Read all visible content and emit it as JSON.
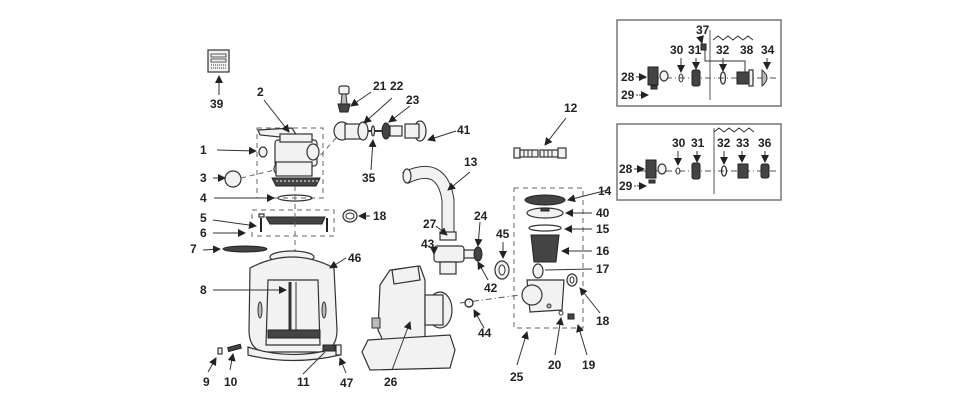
{
  "diagram": {
    "title": "Sand filter pump exploded parts diagram",
    "labels": {
      "p1": "1",
      "p2": "2",
      "p3": "3",
      "p4": "4",
      "p5": "5",
      "p6": "6",
      "p7": "7",
      "p8": "8",
      "p9": "9",
      "p10": "10",
      "p11": "11",
      "p12": "12",
      "p13": "13",
      "p14": "14",
      "p15": "15",
      "p16": "16",
      "p17": "17",
      "p18a": "18",
      "p18b": "18",
      "p19": "19",
      "p20": "20",
      "p21": "21",
      "p22": "22",
      "p23": "23",
      "p24": "24",
      "p25": "25",
      "p26": "26",
      "p27": "27",
      "p35": "35",
      "p39": "39",
      "p40": "40",
      "p41": "41",
      "p42": "42",
      "p43": "43",
      "p44": "44",
      "p45": "45",
      "p46": "46",
      "p47": "47"
    },
    "inset_top": {
      "labels": {
        "p28": "28",
        "p29": "29",
        "p30": "30",
        "p31": "31",
        "p32": "32",
        "p37": "37",
        "p38": "38",
        "p34": "34"
      }
    },
    "inset_bottom": {
      "labels": {
        "p28": "28",
        "p29": "29",
        "p30": "30",
        "p31": "31",
        "p32": "32",
        "p33": "33",
        "p36": "36"
      }
    }
  },
  "colors": {
    "ink": "#222222",
    "fill": "#f2f2f2",
    "border": "#777777"
  }
}
